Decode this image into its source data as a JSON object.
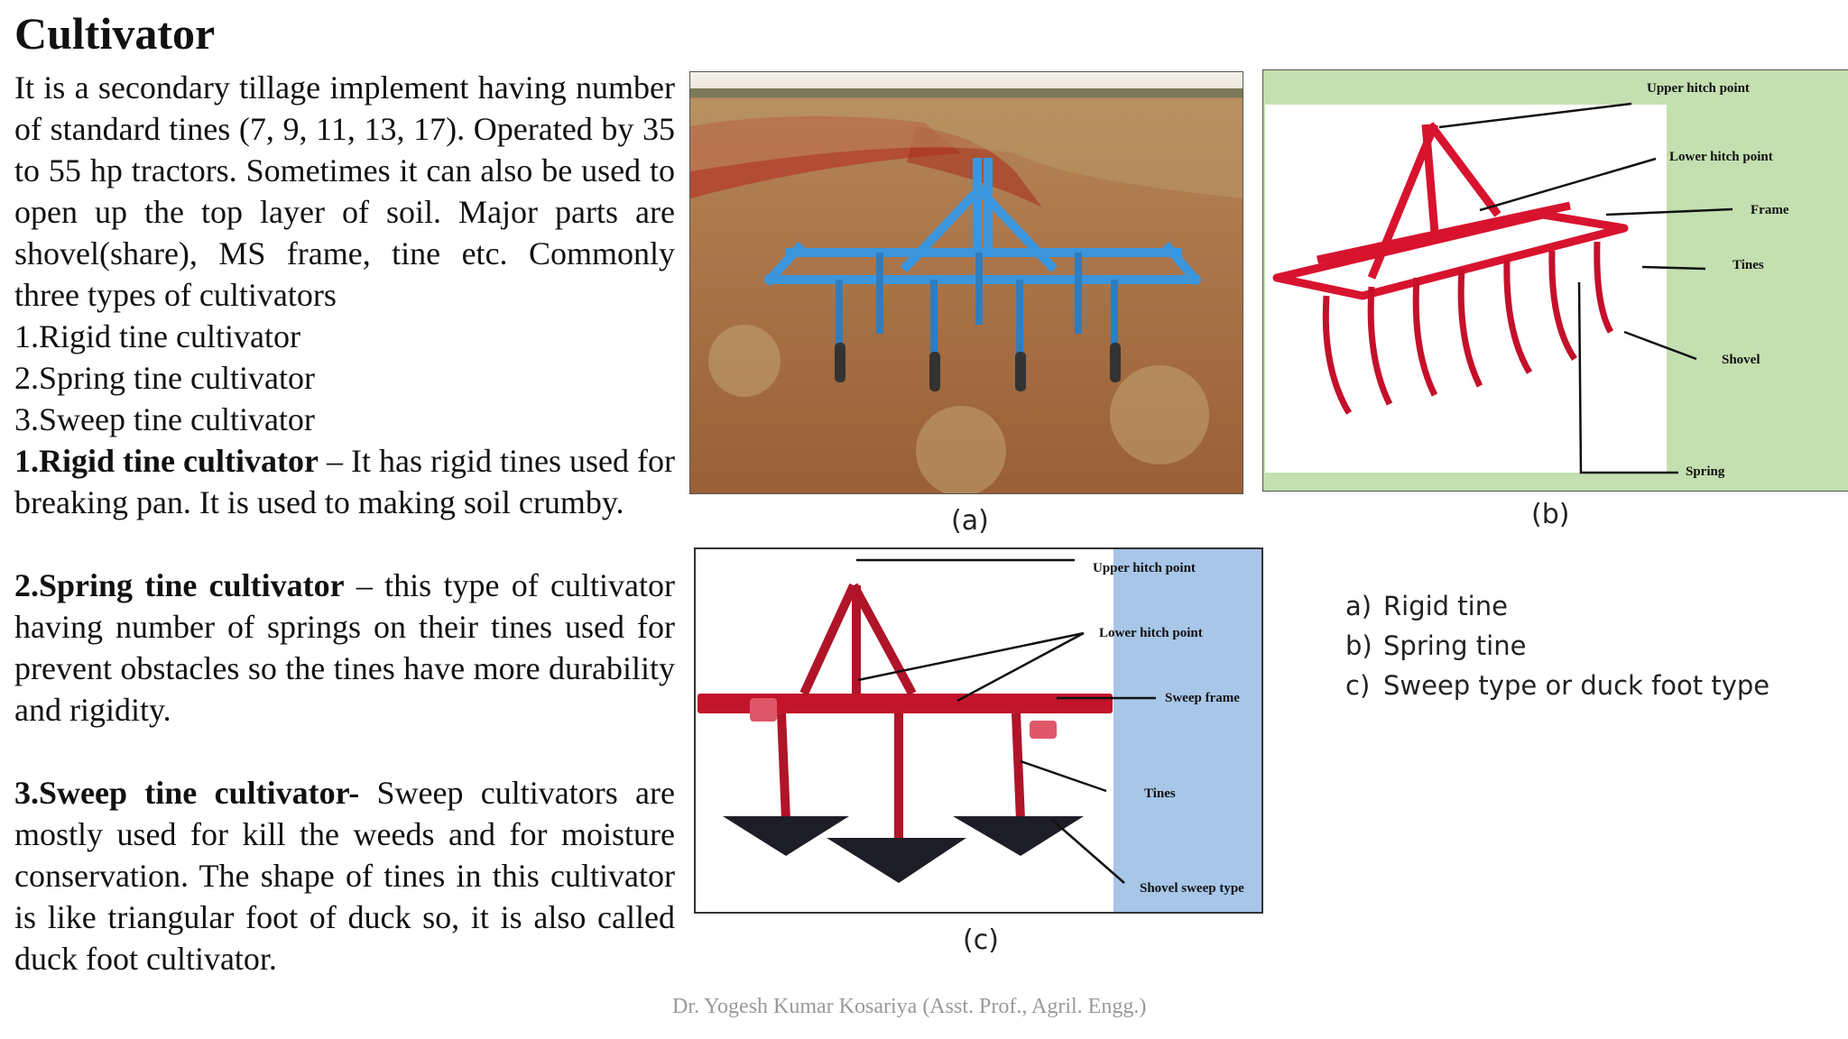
{
  "title": "Cultivator",
  "intro": "It is a secondary tillage implement having number of standard tines (7, 9, 11, 13, 17). Operated by 35 to 55 hp tractors. Sometimes it can also be used to open up the top layer of soil. Major parts are shovel(share), MS frame, tine etc. Commonly three types of cultivators",
  "types": [
    "1.Rigid tine cultivator",
    "2.Spring tine cultivator",
    "3.Sweep tine cultivator"
  ],
  "sections": [
    {
      "heading": "1.Rigid tine cultivator",
      "body": " – It has rigid tines used for breaking pan. It is used to making soil crumby."
    },
    {
      "heading": "2.Spring tine cultivator",
      "body": " – this type of cultivator having number of springs on their tines used for prevent obstacles so the tines have more durability and rigidity."
    },
    {
      "heading": " 3.Sweep tine cultivator-",
      "body": " Sweep cultivators are mostly used for kill the weeds and for moisture conservation. The shape of tines in this cultivator is like triangular foot of duck so, it is also called duck foot cultivator."
    }
  ],
  "figures": {
    "a": {
      "caption": "(a)"
    },
    "b": {
      "caption": "(b)",
      "labels": [
        "Upper hitch point",
        "Lower hitch point",
        "Frame",
        "Tines",
        "Shovel",
        "Spring"
      ]
    },
    "c": {
      "caption": "(c)",
      "labels": [
        "Upper hitch point",
        "Lower hitch point",
        "Sweep frame",
        "Tines",
        "Shovel sweep type"
      ]
    }
  },
  "legend": [
    {
      "letter": "a)",
      "text": "Rigid tine"
    },
    {
      "letter": "b)",
      "text": "Spring tine"
    },
    {
      "letter": "c)",
      "text": "Sweep type or duck foot type"
    }
  ],
  "footer": "Dr. Yogesh Kumar Kosariya (Asst. Prof., Agril. Engg.)",
  "colors": {
    "rigid_frame": "#3a9be0",
    "red_frame": "#d8132e",
    "field_soil": "#a3663a",
    "panel_green": "#c4dfb0",
    "panel_blue": "#a7c6e8"
  }
}
